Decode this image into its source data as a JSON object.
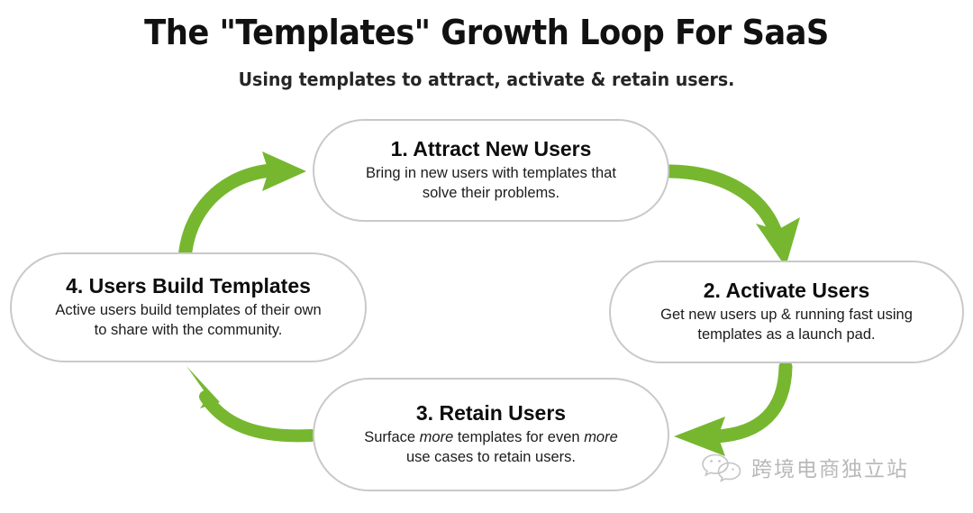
{
  "header": {
    "title": "The \"Templates\" Growth Loop For SaaS",
    "subtitle": "Using templates to attract, activate & retain users."
  },
  "colors": {
    "arrow_green": "#76b72f",
    "node_border": "#c9c9c9",
    "node_fill": "#ffffff",
    "title_text": "#111111",
    "watermark_gray": "#b9b9b9",
    "background": "#ffffff"
  },
  "diagram": {
    "type": "cycle-loop",
    "direction": "clockwise",
    "node_count": 4,
    "nodes": [
      {
        "id": "node1",
        "step": "1",
        "title": "1. Attract New Users",
        "desc_line1": "Bring in new users with templates that",
        "desc_line2": "solve their problems.",
        "position": "top"
      },
      {
        "id": "node2",
        "step": "2",
        "title": "2. Activate Users",
        "desc_line1": "Get new users up & running fast using",
        "desc_line2": "templates as a launch pad.",
        "position": "right"
      },
      {
        "id": "node3",
        "step": "3",
        "title": "3. Retain Users",
        "desc_line1_a": "Surface ",
        "desc_line1_em1": "more",
        "desc_line1_b": " templates for even ",
        "desc_line1_em2": "more",
        "desc_line2": "use cases to retain users.",
        "position": "bottom"
      },
      {
        "id": "node4",
        "step": "4",
        "title": "4. Users Build Templates",
        "desc_line1": "Active users build templates of their own",
        "desc_line2": "to share with the community.",
        "position": "left"
      }
    ],
    "arrows": [
      {
        "id": "arrow-4-to-1",
        "from": "node4",
        "to": "node1",
        "label": ""
      },
      {
        "id": "arrow-1-to-2",
        "from": "node1",
        "to": "node2",
        "label": ""
      },
      {
        "id": "arrow-2-to-3",
        "from": "node2",
        "to": "node3",
        "label": ""
      },
      {
        "id": "arrow-3-to-4",
        "from": "node3",
        "to": "node4",
        "label": ""
      }
    ]
  },
  "watermark": {
    "icon": "wechat-logo",
    "text": "跨境电商独立站"
  }
}
